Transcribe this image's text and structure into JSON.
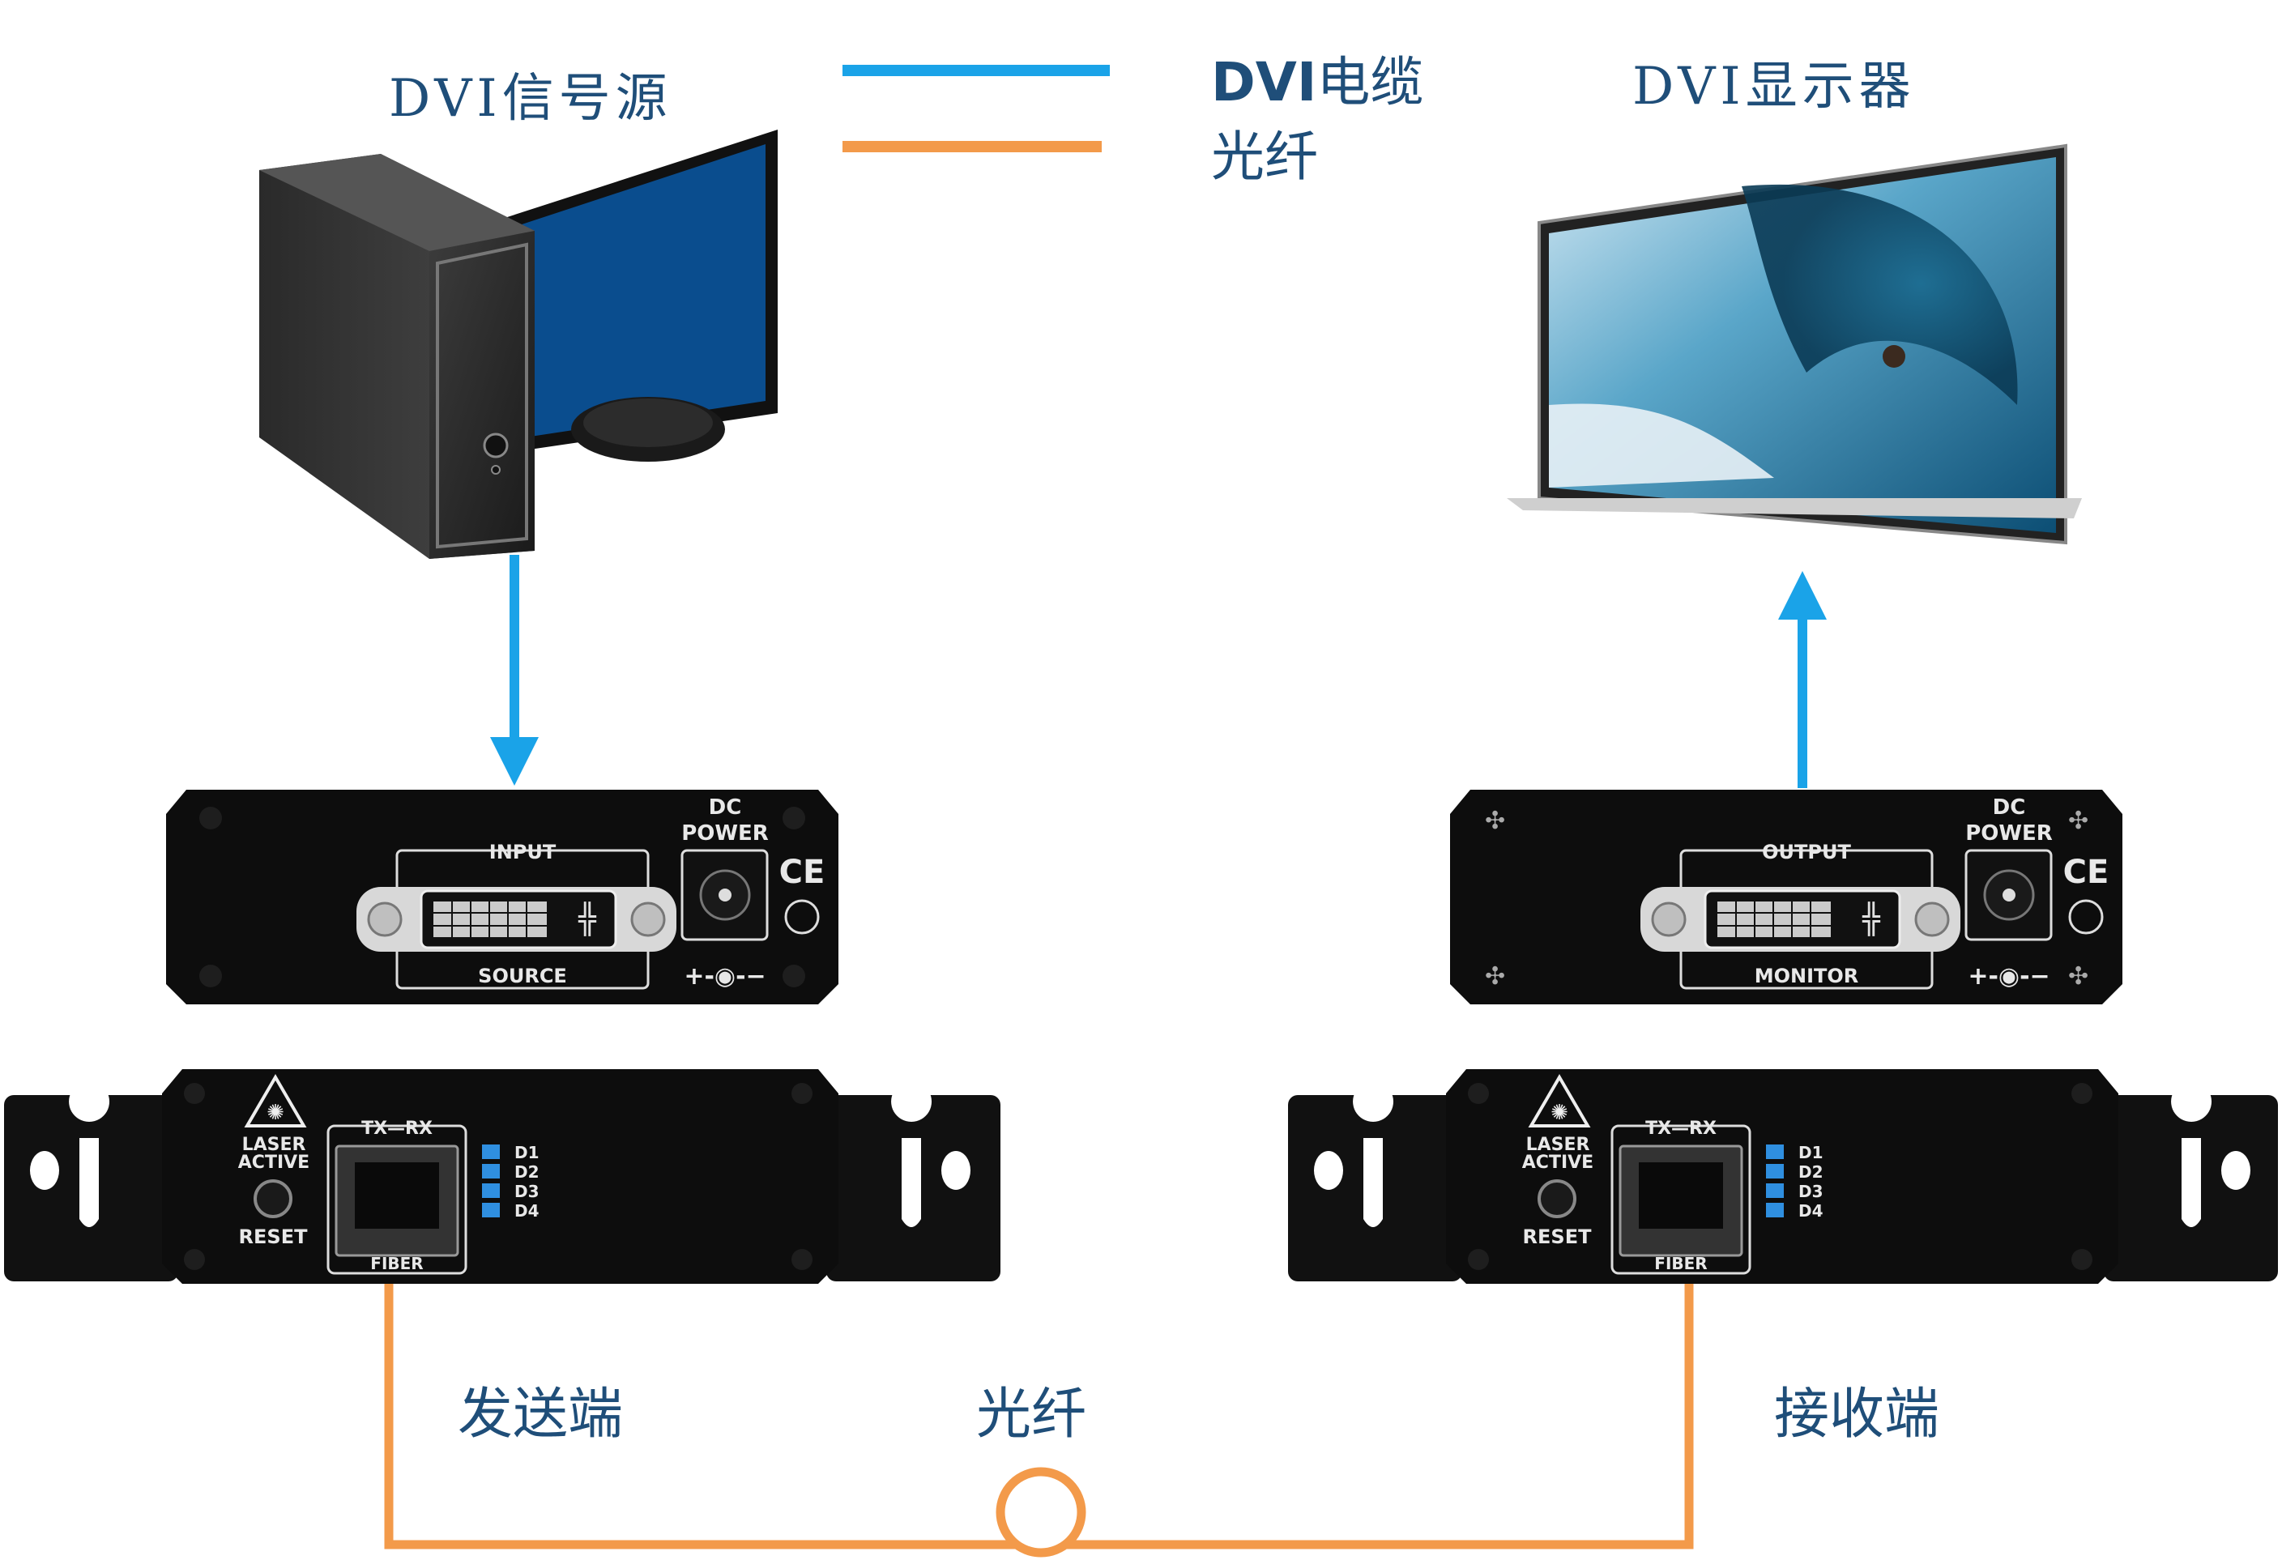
{
  "colors": {
    "dvi_cable": "#1aa3e8",
    "fiber": "#f39a4a",
    "label": "#1f4e79",
    "device_body": "#0d0d0d",
    "led": "#2f8fe0"
  },
  "labels": {
    "source": "DVI信号源",
    "display": "DVI显示器",
    "sender": "发送端",
    "fiber_center": "光纤",
    "receiver": "接收端"
  },
  "legend": {
    "dvi_prefix": "DVI",
    "dvi_suffix": "电缆",
    "fiber": "光纤"
  },
  "tx_panel": {
    "port_top": "INPUT",
    "port_bottom": "SOURCE",
    "power_line1": "DC",
    "power_line2": "POWER",
    "polarity": "+-◉-−"
  },
  "rx_panel": {
    "port_top": "OUTPUT",
    "port_bottom": "MONITOR",
    "power_line1": "DC",
    "power_line2": "POWER",
    "polarity": "+-◉-−"
  },
  "fiber_module": {
    "laser_line1": "LASER",
    "laser_line2": "ACTIVE",
    "reset": "RESET",
    "port_top": "TX—RX",
    "port_bottom": "FIBER",
    "leds": [
      "D1",
      "D2",
      "D3",
      "D4"
    ],
    "ce_mark": "CE"
  }
}
